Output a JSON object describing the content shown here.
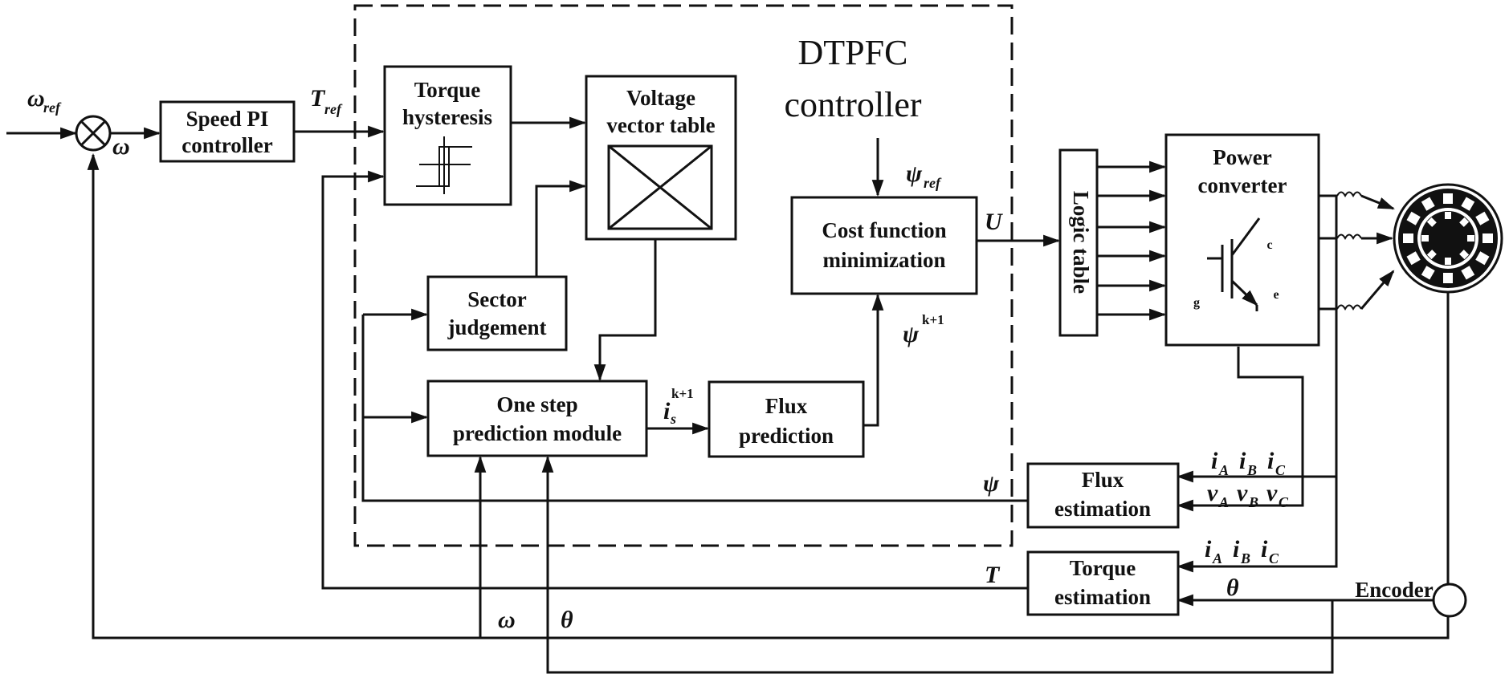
{
  "controller_title": [
    "DTPFC",
    "controller"
  ],
  "blocks": {
    "speed_pi": [
      "Speed PI",
      "controller"
    ],
    "torque_hysteresis": [
      "Torque",
      "hysteresis"
    ],
    "voltage_vector_table": [
      "Voltage",
      "vector table"
    ],
    "sector_judgement": [
      "Sector",
      "judgement"
    ],
    "one_step_prediction": [
      "One step",
      "prediction module"
    ],
    "flux_prediction": [
      "Flux",
      "prediction"
    ],
    "cost_function": [
      "Cost function",
      "minimization"
    ],
    "logic_table": "Logic table",
    "power_converter": [
      "Power",
      "converter"
    ],
    "flux_estimation": [
      "Flux",
      "estimation"
    ],
    "torque_estimation": [
      "Torque",
      "estimation"
    ],
    "encoder": "Encoder"
  },
  "igbt_pins": {
    "collector": "c",
    "gate": "g",
    "emitter": "e"
  },
  "signals": {
    "omega": "ω",
    "ref": "ref",
    "T": "T",
    "psi": "ψ",
    "U": "U",
    "theta": "θ",
    "k_plus_1": "k+1",
    "i": "i",
    "s": "s",
    "v": "v",
    "A": "A",
    "B": "B",
    "C": "C"
  }
}
